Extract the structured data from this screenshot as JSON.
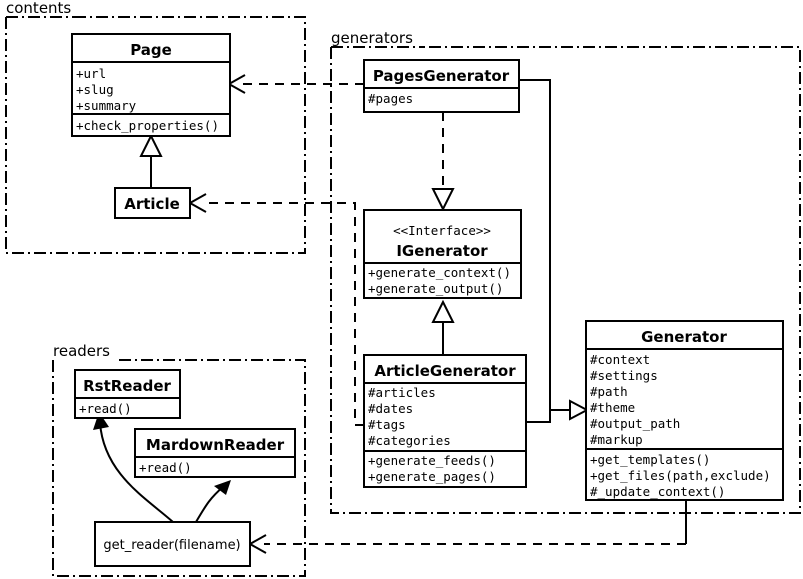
{
  "diagram": {
    "kind": "uml-class-diagram",
    "background": "#ffffff",
    "line_color": "#000000",
    "packages": [
      {
        "id": "contents",
        "label": "contents"
      },
      {
        "id": "generators",
        "label": "generators"
      },
      {
        "id": "readers",
        "label": "readers"
      }
    ],
    "classes": [
      {
        "id": "page",
        "name": "Page",
        "package": "contents",
        "attributes": [
          "+url",
          "+slug",
          "+summary"
        ],
        "methods": [
          "+check_properties()"
        ]
      },
      {
        "id": "article",
        "name": "Article",
        "package": "contents",
        "attributes": [],
        "methods": []
      },
      {
        "id": "pages_generator",
        "name": "PagesGenerator",
        "package": "generators",
        "attributes": [
          "#pages"
        ],
        "methods": []
      },
      {
        "id": "igenerator",
        "name": "IGenerator",
        "stereotype": "<<Interface>>",
        "package": "generators",
        "attributes": [],
        "methods": [
          "+generate_context()",
          "+generate_output()"
        ]
      },
      {
        "id": "article_generator",
        "name": "ArticleGenerator",
        "package": "generators",
        "attributes": [
          "#articles",
          "#dates",
          "#tags",
          "#categories"
        ],
        "methods": [
          "+generate_feeds()",
          "+generate_pages()"
        ]
      },
      {
        "id": "generator",
        "name": "Generator",
        "package": "generators",
        "attributes": [
          "#context",
          "#settings",
          "#path",
          "#theme",
          "#output_path",
          "#markup"
        ],
        "methods": [
          "+get_templates()",
          "+get_files(path,exclude)",
          "#_update_context()"
        ]
      },
      {
        "id": "rst_reader",
        "name": "RstReader",
        "package": "readers",
        "attributes": [],
        "methods": [
          "+read()"
        ]
      },
      {
        "id": "mardown_reader",
        "name": "MardownReader",
        "package": "readers",
        "attributes": [],
        "methods": [
          "+read()"
        ]
      }
    ],
    "functions": [
      {
        "id": "get_reader",
        "label": "get_reader(filename)",
        "package": "readers"
      }
    ],
    "relations": [
      {
        "type": "generalization",
        "from": "article",
        "to": "page"
      },
      {
        "type": "realization",
        "from": "pages_generator",
        "to": "igenerator"
      },
      {
        "type": "generalization",
        "from": "article_generator",
        "to": "igenerator"
      },
      {
        "type": "generalization",
        "from": "pages_generator",
        "to": "generator"
      },
      {
        "type": "generalization",
        "from": "article_generator",
        "to": "generator"
      },
      {
        "type": "dependency",
        "from": "pages_generator",
        "to": "page"
      },
      {
        "type": "dependency",
        "from": "article_generator",
        "to": "article"
      },
      {
        "type": "dependency",
        "from": "generator",
        "to": "get_reader"
      },
      {
        "type": "call",
        "from": "get_reader",
        "to": "rst_reader"
      },
      {
        "type": "call",
        "from": "get_reader",
        "to": "mardown_reader"
      }
    ]
  }
}
